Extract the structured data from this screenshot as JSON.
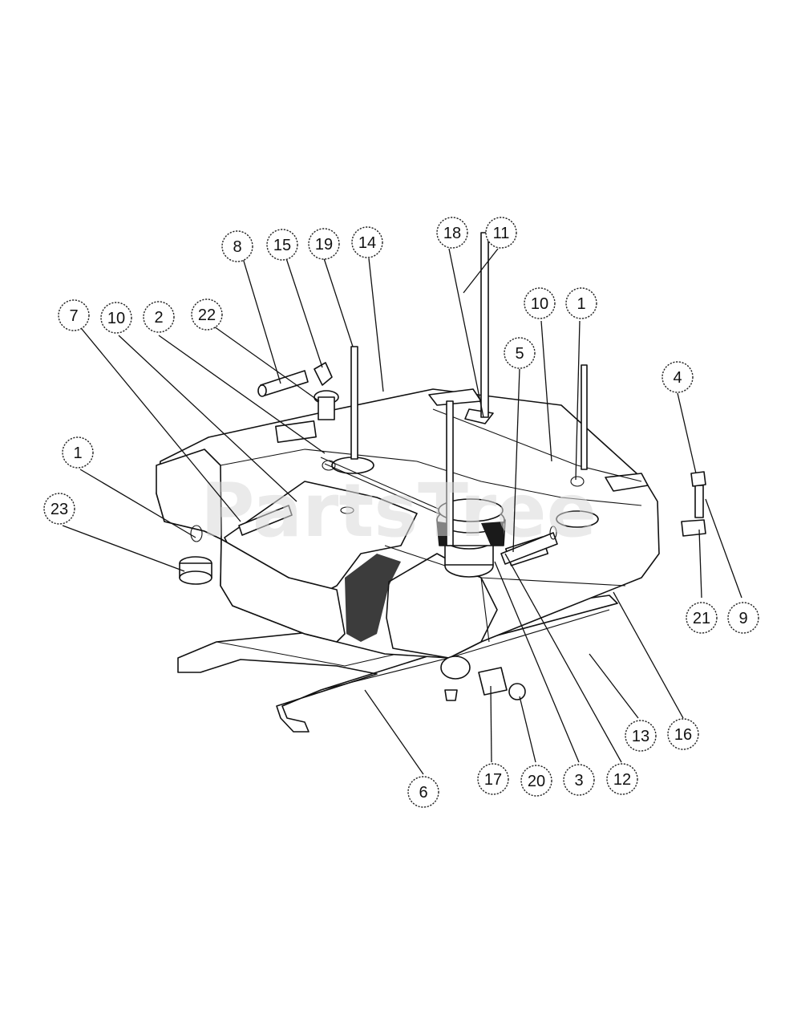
{
  "watermark": "PartsTree",
  "callouts": [
    {
      "id": "c8",
      "label": "8"
    },
    {
      "id": "c15",
      "label": "15"
    },
    {
      "id": "c19",
      "label": "19"
    },
    {
      "id": "c14",
      "label": "14"
    },
    {
      "id": "c18",
      "label": "18"
    },
    {
      "id": "c11",
      "label": "11"
    },
    {
      "id": "c7",
      "label": "7"
    },
    {
      "id": "c10a",
      "label": "10"
    },
    {
      "id": "c2",
      "label": "2"
    },
    {
      "id": "c22",
      "label": "22"
    },
    {
      "id": "c10b",
      "label": "10"
    },
    {
      "id": "c1a",
      "label": "1"
    },
    {
      "id": "c5",
      "label": "5"
    },
    {
      "id": "c4",
      "label": "4"
    },
    {
      "id": "c1b",
      "label": "1"
    },
    {
      "id": "c23",
      "label": "23"
    },
    {
      "id": "c21",
      "label": "21"
    },
    {
      "id": "c9",
      "label": "9"
    },
    {
      "id": "c13",
      "label": "13"
    },
    {
      "id": "c16",
      "label": "16"
    },
    {
      "id": "c17",
      "label": "17"
    },
    {
      "id": "c20",
      "label": "20"
    },
    {
      "id": "c3",
      "label": "3"
    },
    {
      "id": "c12",
      "label": "12"
    },
    {
      "id": "c6",
      "label": "6"
    }
  ]
}
